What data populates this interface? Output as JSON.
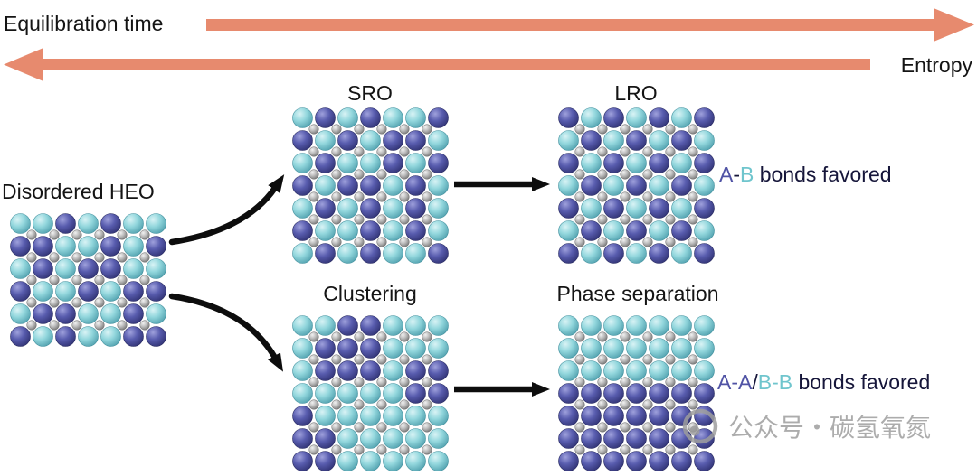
{
  "colors": {
    "arrow_salmon": "#e78a6e",
    "arrow_black": "#0d0d0d",
    "text_dark": "#141414",
    "label_atom_a": "#5053a5",
    "label_atom_b": "#6fc5cd",
    "watermark_gray": "#a0a0a0",
    "atom_a": {
      "light": "#9fa1dc",
      "mid": "#585cae",
      "dark": "#2e3070"
    },
    "atom_b": {
      "light": "#d9f3f5",
      "mid": "#93d7dd",
      "dark": "#4c9dab"
    },
    "atom_gray": {
      "light": "#f2f2f2",
      "mid": "#bdbdbd",
      "dark": "#6d6d6d"
    }
  },
  "axes": {
    "equilibration_label": "Equilibration time",
    "entropy_label": "Entropy"
  },
  "nodes": {
    "disordered": {
      "label": "Disordered HEO"
    },
    "sro": {
      "label": "SRO"
    },
    "lro": {
      "label": "LRO"
    },
    "clustering": {
      "label": "Clustering"
    },
    "phase_separation": {
      "label": "Phase separation"
    }
  },
  "annotations": {
    "ab": {
      "a": "A",
      "dash": "-",
      "b": "B",
      "rest": " bonds favored"
    },
    "aabb": {
      "aa": "A-A",
      "slash": "/",
      "bb": "B-B",
      "rest": " bonds favored"
    }
  },
  "watermark": {
    "text": "公众号・碳氢氧氮"
  },
  "lattices": {
    "disordered": {
      "rows": [
        "BBABABB",
        "AABBABA",
        "BABAABB",
        "ABBABAA",
        "BAABBAB",
        "ABABBAA"
      ]
    },
    "sro": {
      "rows": [
        "BABABBA",
        "ABABAAB",
        "BABBABA",
        "ABAABAB",
        "BABABAB",
        "ABBABAB",
        "BABABBA"
      ]
    },
    "lro": {
      "rows": [
        "ABABABA",
        "BABABAB",
        "ABABABA",
        "BABABAB",
        "ABABABA",
        "BABABAB",
        "ABABABA"
      ]
    },
    "clustering": {
      "rows": [
        "BBAABBB",
        "BAAABBB",
        "BAAABAA",
        "BBBBBAA",
        "ABBBBBB",
        "AABBBBB",
        "AABBBBB"
      ]
    },
    "phase_separation": {
      "rows": [
        "BBBBBBB",
        "BBBBBBB",
        "BBBBBBB",
        "AAAAAAA",
        "AAAAAAA",
        "AAAAAAA",
        "AAAAAAA"
      ]
    }
  }
}
